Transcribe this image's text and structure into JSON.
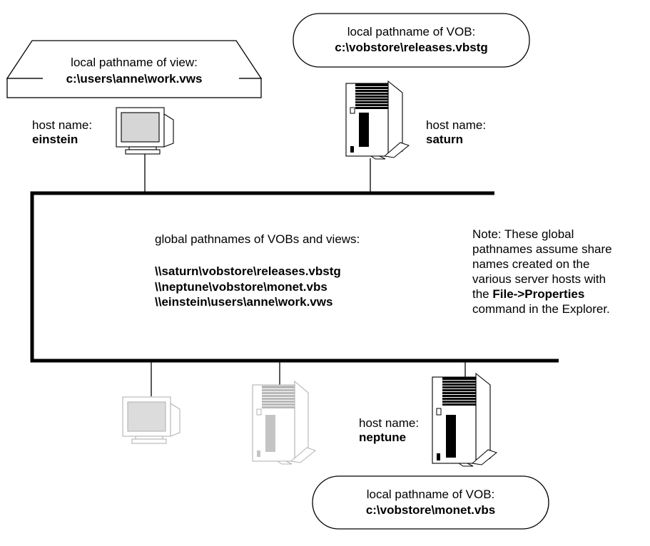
{
  "view_box": {
    "heading": "local pathname of view:",
    "path": "c:\\users\\anne\\work.vws"
  },
  "vob_top": {
    "heading": "local pathname of VOB:",
    "path": "c:\\vobstore\\releases.vbstg"
  },
  "vob_bottom": {
    "heading": "local pathname of VOB:",
    "path": "c:\\vobstore\\monet.vbs"
  },
  "hosts": {
    "einstein": {
      "label": "host name:",
      "name": "einstein"
    },
    "saturn": {
      "label": "host name:",
      "name": "saturn"
    },
    "neptune": {
      "label": "host name:",
      "name": "neptune"
    }
  },
  "global": {
    "heading": "global pathnames of VOBs and views:",
    "paths": [
      "\\\\saturn\\vobstore\\releases.vbstg",
      "\\\\neptune\\vobstore\\monet.vbs",
      "\\\\einstein\\users\\anne\\work.vws"
    ]
  },
  "note": {
    "line1": "Note: These global",
    "line2": "pathnames assume share",
    "line3": "names created on the",
    "line4": "various server hosts with",
    "line5_prefix": "the ",
    "line5_bold": "File->Properties",
    "line6": "command in the Explorer."
  }
}
